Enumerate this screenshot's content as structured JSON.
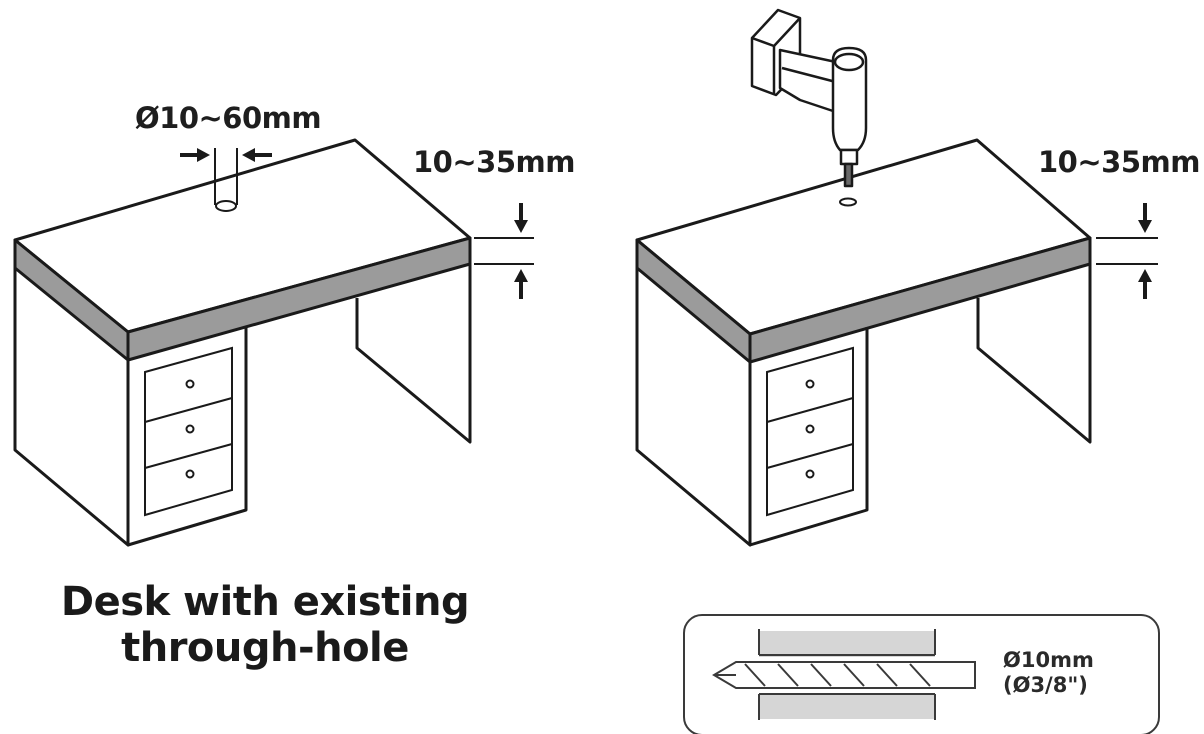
{
  "left_panel": {
    "hole_diameter_label": "Ø10~60mm",
    "thickness_label": "10~35mm",
    "caption_line1": "Desk with existing",
    "caption_line2": "through-hole"
  },
  "right_panel": {
    "thickness_label": "10~35mm",
    "drill_bit": {
      "diameter_metric": "Ø10mm",
      "diameter_imperial": "(Ø3/8\")"
    }
  },
  "colors": {
    "line": "#1a1a1a",
    "desk_edge": "#9b9b9b",
    "bit_block": "#d6d6d6",
    "background": "#ffffff"
  }
}
